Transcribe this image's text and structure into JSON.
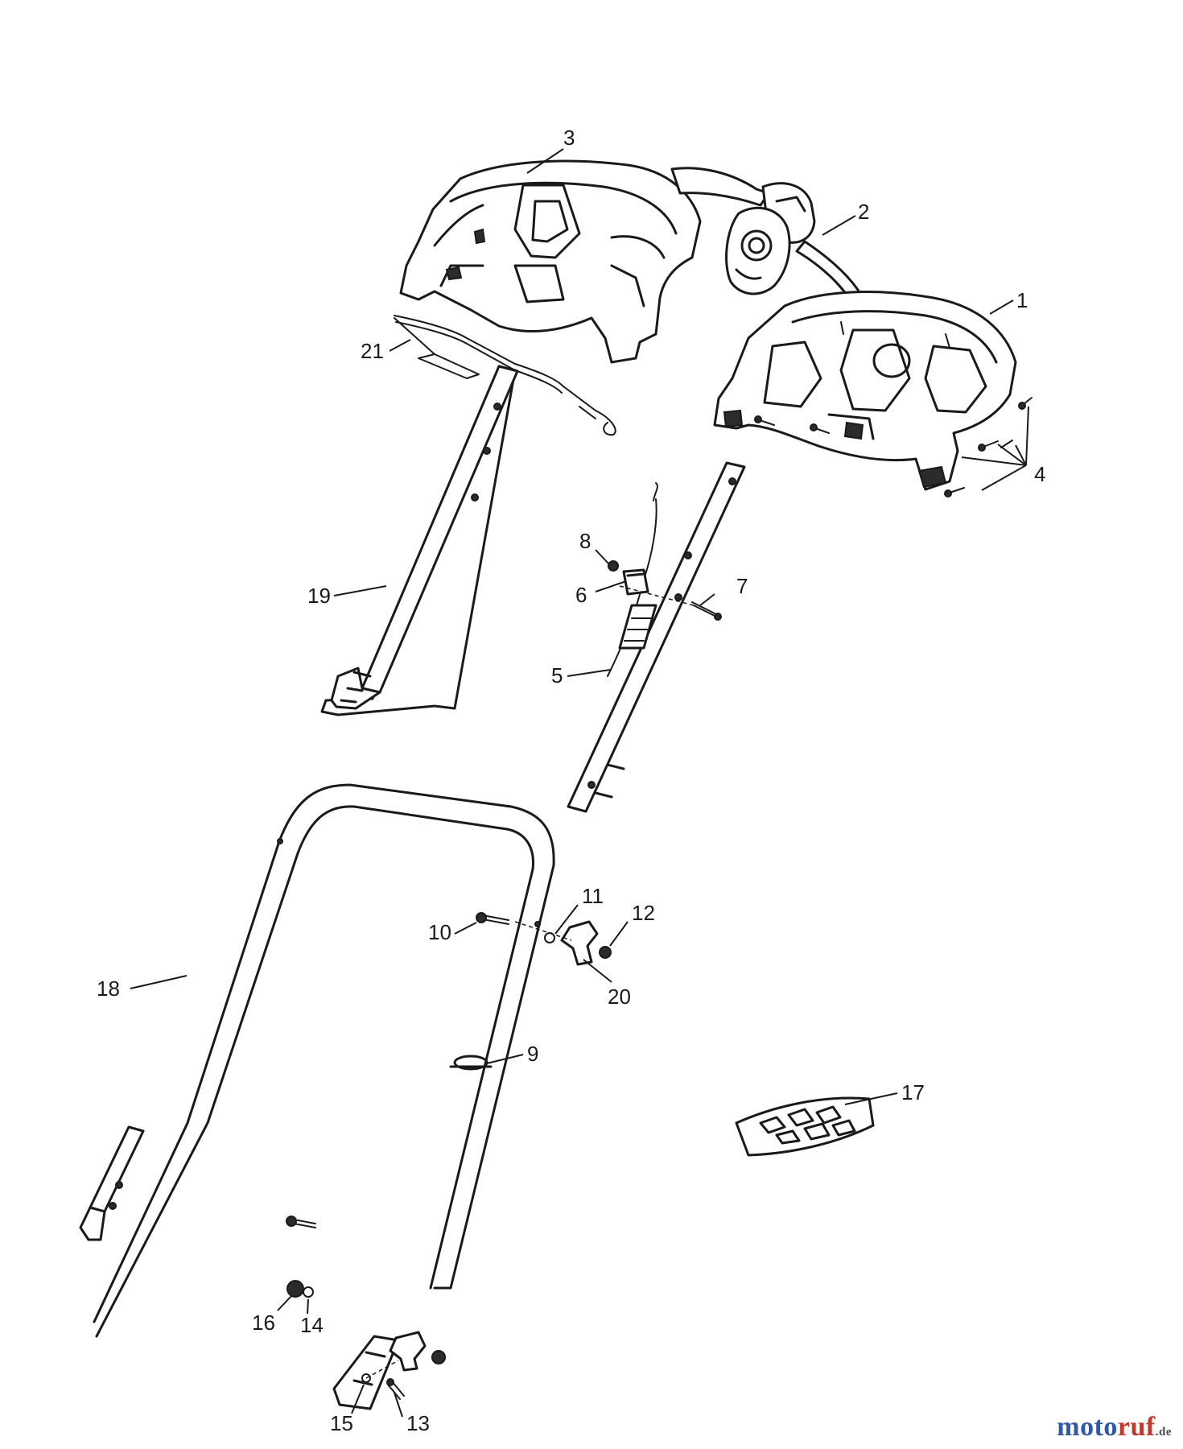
{
  "callouts": {
    "c1": "1",
    "c2": "2",
    "c3": "3",
    "c4": "4",
    "c5": "5",
    "c6": "6",
    "c7": "7",
    "c8": "8",
    "c9": "9",
    "c10": "10",
    "c11": "11",
    "c12": "12",
    "c13": "13",
    "c14": "14",
    "c15": "15",
    "c16": "16",
    "c17": "17",
    "c18": "18",
    "c19": "19",
    "c20": "20",
    "c21": "21"
  },
  "watermark": {
    "brand_a": "moto",
    "brand_b": "ruf",
    "tld": ".de"
  }
}
